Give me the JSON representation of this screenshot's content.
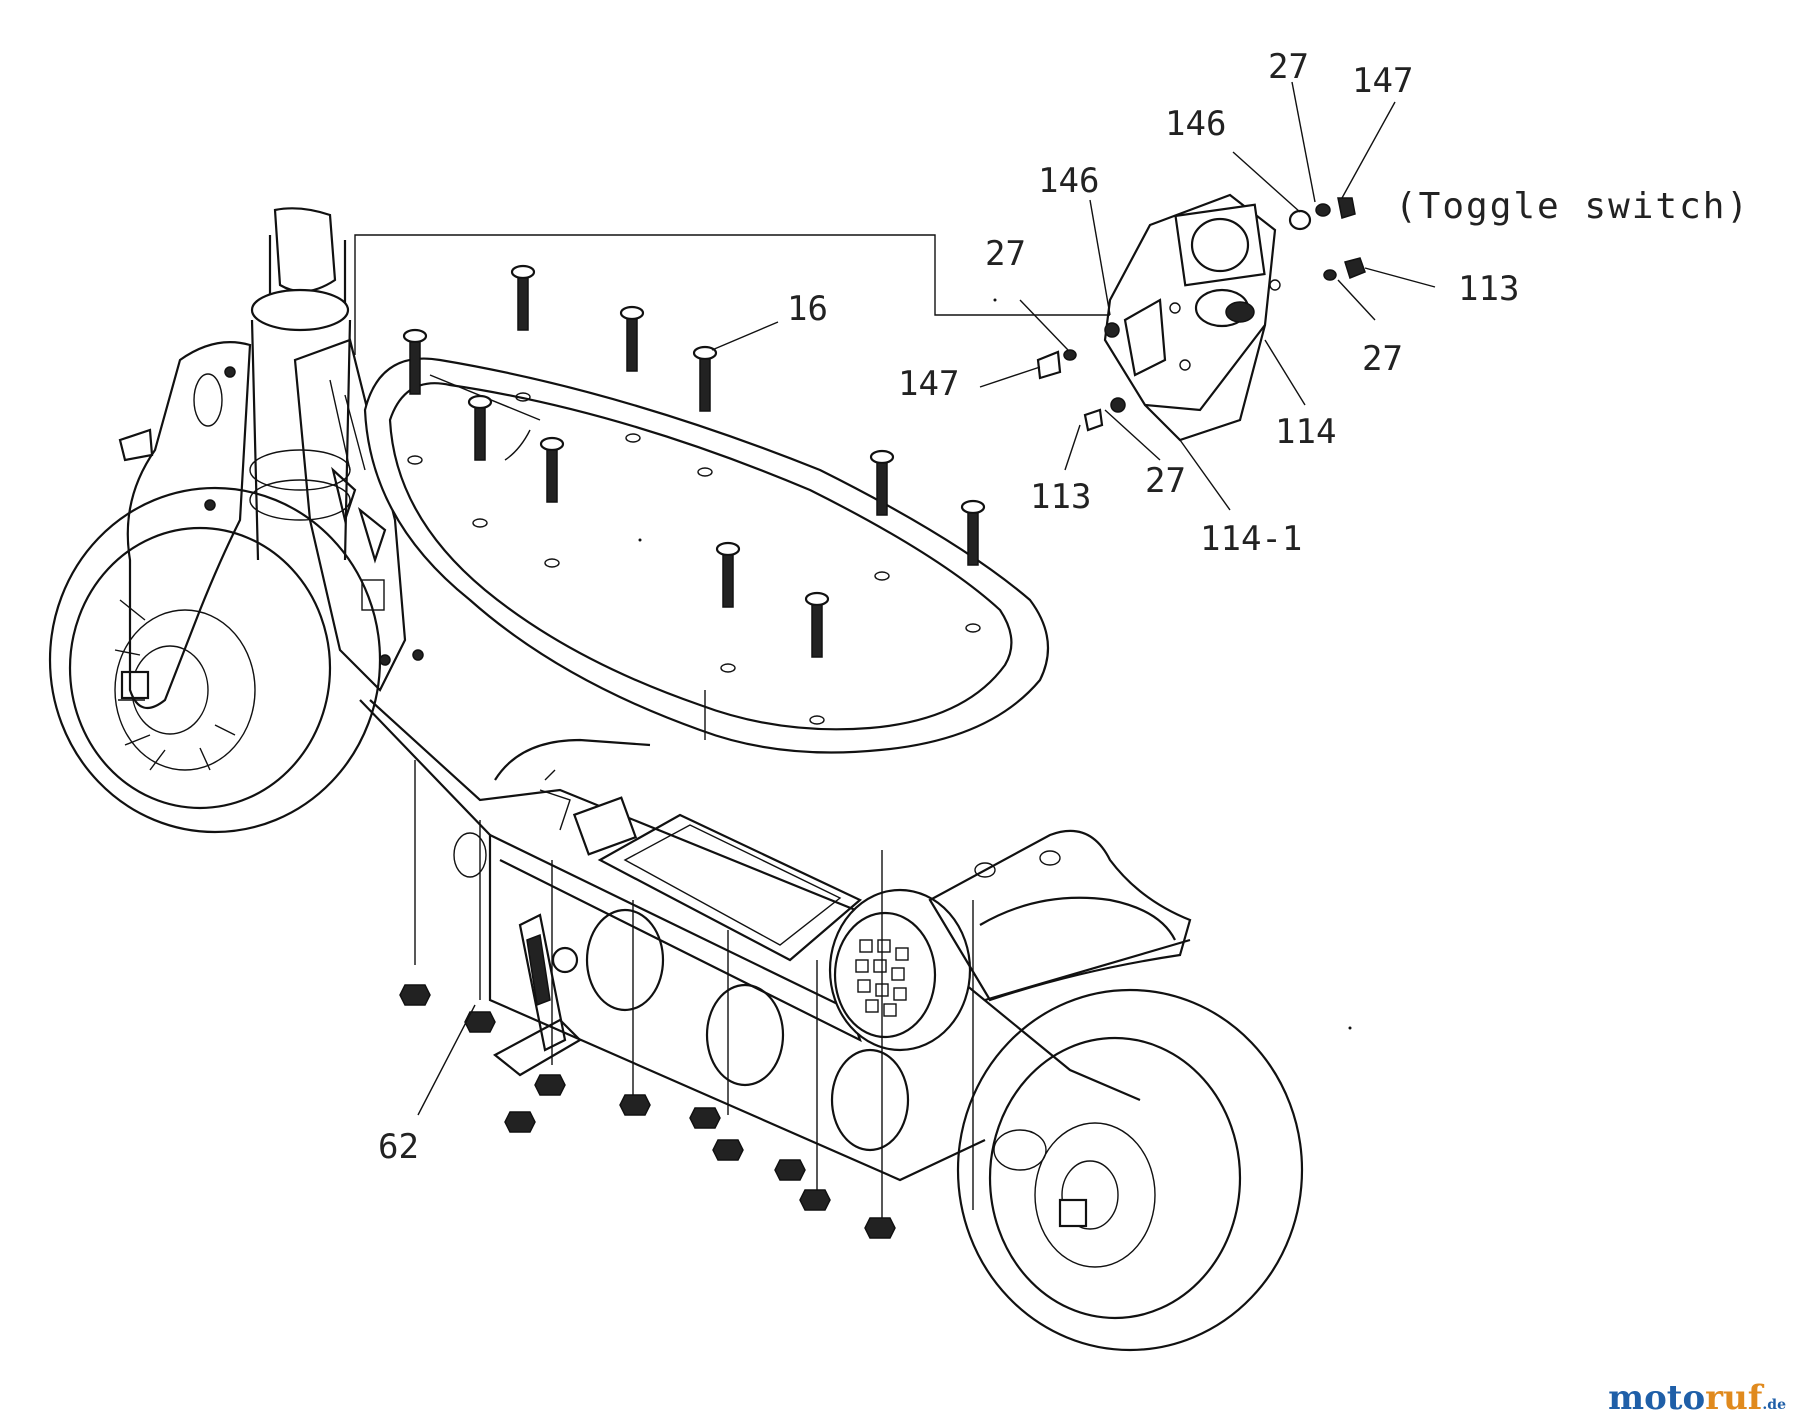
{
  "callouts": {
    "c_16": "16",
    "c_27_top": "27",
    "c_147_top": "147",
    "c_146_top": "146",
    "c_146_mid": "146",
    "c_27_mid": "27",
    "c_147_left": "147",
    "c_113_right": "113",
    "c_27_right": "27",
    "c_114": "114",
    "c_113_bottom": "113",
    "c_27_bottom": "27",
    "c_114_1": "114-1",
    "c_62": "62"
  },
  "caption": "(Toggle switch)",
  "watermark": {
    "part1": "moto",
    "part2": "ruf",
    "part3": ".de"
  }
}
